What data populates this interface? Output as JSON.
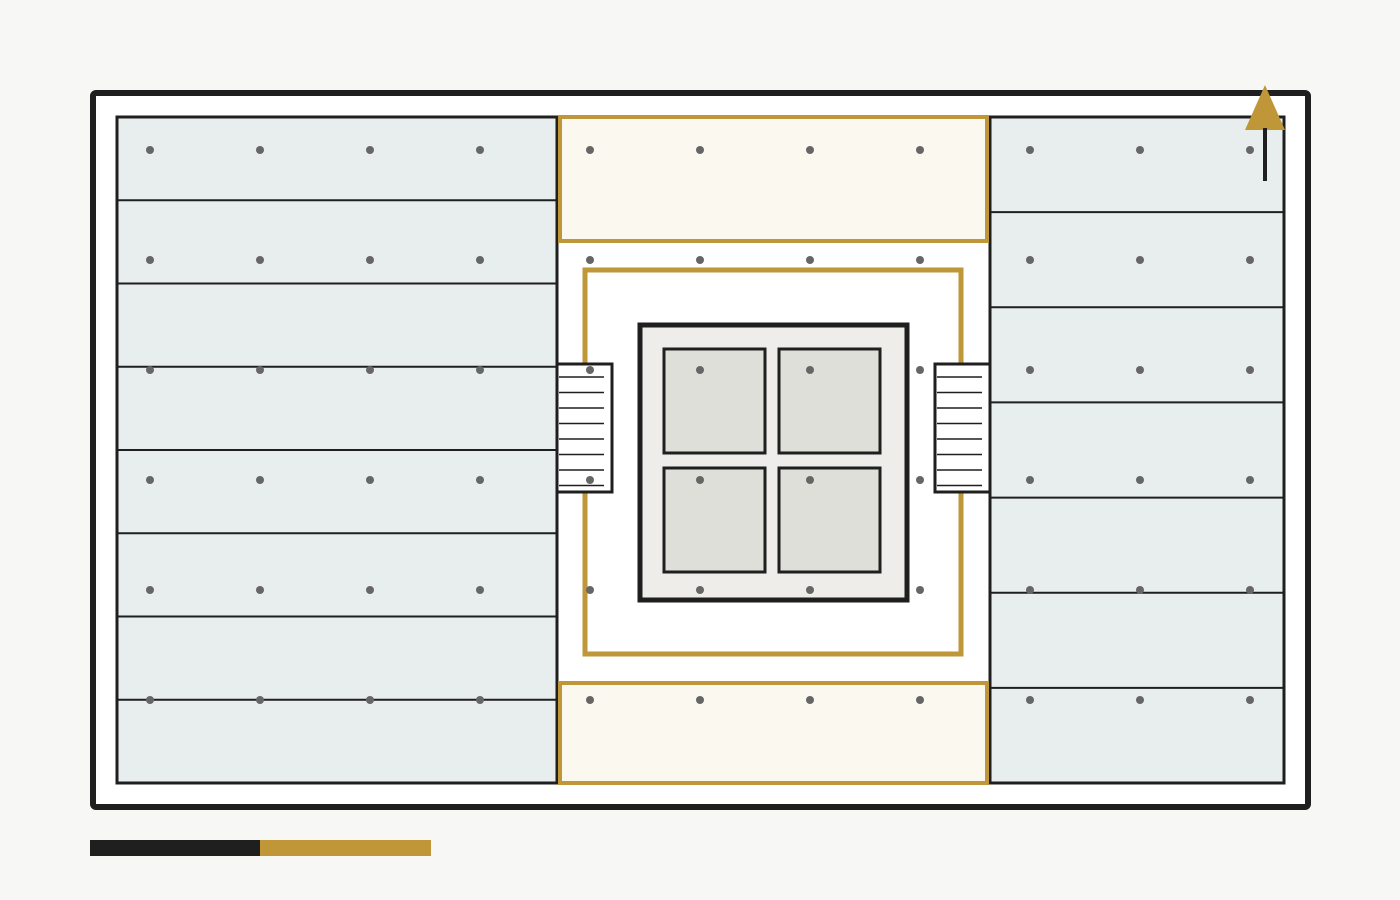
{
  "plan": {
    "colors": {
      "background": "#f7f7f5",
      "outline": "#1f1f1f",
      "accent": "#bf9638",
      "wing_fill": "#e8eeee",
      "band_fill": "#fbf9ef",
      "core_fill": "#eeedea",
      "room_fill": "#dfdfda",
      "column_dot": "#666666",
      "floor_fill": "#ffffff"
    },
    "left_wing": {
      "room_count": 8
    },
    "right_wing": {
      "room_count": 7
    },
    "central_core": {
      "room_count": 4
    },
    "stairs": {
      "count": 2,
      "treads_each": 8
    },
    "column_grid": {
      "columns": 11,
      "rows": 6
    },
    "north_arrow": {
      "icon": "north-arrow-icon"
    },
    "scale_bar": {
      "segments": 2,
      "segment_colors": [
        "#1f1f1f",
        "#bf9638"
      ]
    }
  }
}
